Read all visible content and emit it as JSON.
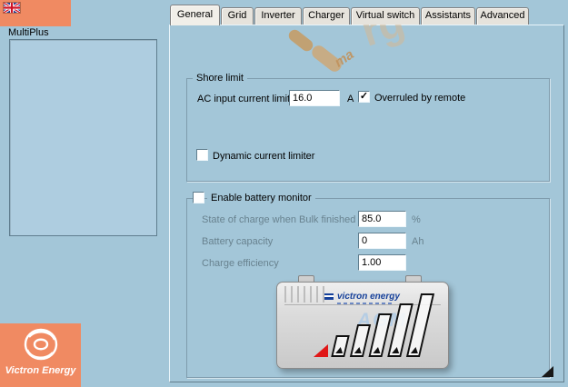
{
  "window": {
    "background_color": "#a3c6d8",
    "accent_orange": "#f08a62",
    "brand_blue": "#15409a"
  },
  "language_flag": "uk-flag",
  "device": {
    "name": "MultiPlus"
  },
  "branding": {
    "company": "Victron Energy"
  },
  "tabs": [
    {
      "label": "General",
      "selected": true
    },
    {
      "label": "Grid",
      "selected": false
    },
    {
      "label": "Inverter",
      "selected": false
    },
    {
      "label": "Charger",
      "selected": false
    },
    {
      "label": "Virtual switch",
      "selected": false
    },
    {
      "label": "Assistants",
      "selected": false
    },
    {
      "label": "Advanced",
      "selected": false
    }
  ],
  "general_tab": {
    "shore_limit": {
      "title": "Shore limit",
      "ac_input_label": "AC input current limit",
      "ac_input_value": "16.0",
      "ac_input_unit": "A",
      "overruled_by_remote_label": "Overruled by remote",
      "overruled_by_remote_checked": true,
      "dynamic_current_limiter_label": "Dynamic current limiter",
      "dynamic_current_limiter_checked": false
    },
    "battery_monitor": {
      "enable_label": "Enable battery monitor",
      "enable_checked": false,
      "fields": [
        {
          "label": "State of charge when Bulk finished",
          "value": "85.0",
          "unit": "%"
        },
        {
          "label": "Battery capacity",
          "value": "0",
          "unit": "Ah"
        },
        {
          "label": "Charge efficiency",
          "value": "1.00",
          "unit": ""
        }
      ]
    }
  },
  "battery_image": {
    "brand": "victron energy",
    "type_label": "AGM"
  },
  "watermark": {
    "part1": "ma",
    "part2": "rg"
  }
}
